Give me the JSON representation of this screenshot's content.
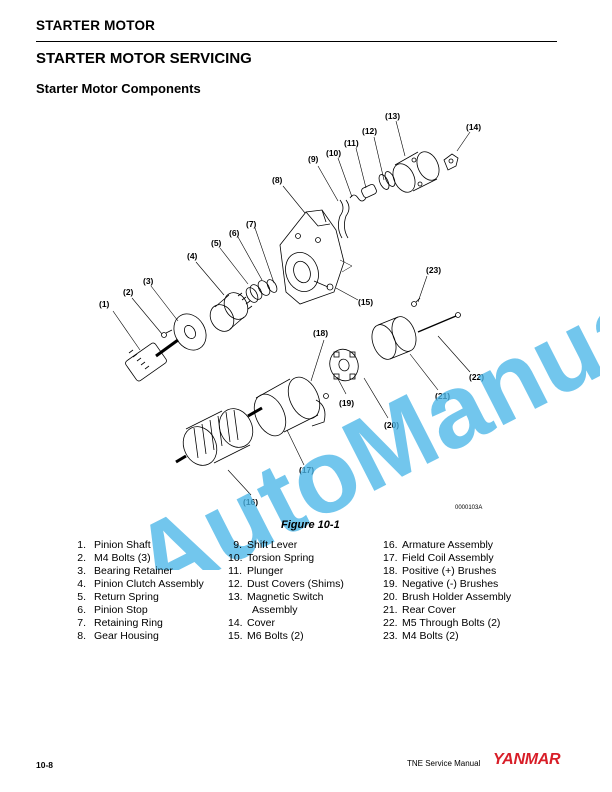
{
  "header": {
    "section": "STARTER MOTOR",
    "title": "STARTER MOTOR SERVICING",
    "subtitle": "Starter Motor Components"
  },
  "figure": {
    "code": "0000103A",
    "caption": "Figure 10-1",
    "callouts": [
      "(1)",
      "(2)",
      "(3)",
      "(4)",
      "(5)",
      "(6)",
      "(7)",
      "(8)",
      "(9)",
      "(10)",
      "(11)",
      "(12)",
      "(13)",
      "(14)",
      "(15)",
      "(16)",
      "(17)",
      "(18)",
      "(19)",
      "(20)",
      "(21)",
      "(22)",
      "(23)"
    ]
  },
  "parts": [
    {
      "num": "1.",
      "name": "Pinion Shaft"
    },
    {
      "num": "2.",
      "name": "M4 Bolts (3)"
    },
    {
      "num": "3.",
      "name": "Bearing Retainer"
    },
    {
      "num": "4.",
      "name": "Pinion Clutch Assembly"
    },
    {
      "num": "5.",
      "name": "Return Spring"
    },
    {
      "num": "6.",
      "name": "Pinion Stop"
    },
    {
      "num": "7.",
      "name": "Retaining Ring"
    },
    {
      "num": "8.",
      "name": "Gear Housing"
    },
    {
      "num": "9.",
      "name": "Shift Lever"
    },
    {
      "num": "10.",
      "name": "Torsion Spring"
    },
    {
      "num": "11.",
      "name": "Plunger"
    },
    {
      "num": "12.",
      "name": "Dust Covers (Shims)"
    },
    {
      "num": "13.",
      "name": "Magnetic Switch",
      "cont": "Assembly"
    },
    {
      "num": "14.",
      "name": "Cover"
    },
    {
      "num": "15.",
      "name": "M6 Bolts (2)"
    },
    {
      "num": "16.",
      "name": "Armature Assembly"
    },
    {
      "num": "17.",
      "name": "Field Coil Assembly"
    },
    {
      "num": "18.",
      "name": "Positive (+) Brushes"
    },
    {
      "num": "19.",
      "name": "Negative (-) Brushes"
    },
    {
      "num": "20.",
      "name": "Brush Holder Assembly"
    },
    {
      "num": "21.",
      "name": "Rear Cover"
    },
    {
      "num": "22.",
      "name": "M5 Through Bolts (2)"
    },
    {
      "num": "23.",
      "name": "M4 Bolts (2)"
    }
  ],
  "watermark": "AutoManual",
  "footer": {
    "page": "10-8",
    "manual": "TNE Service Manual",
    "brand": "YANMAR"
  },
  "colors": {
    "watermark": "#4ab6e8",
    "brand": "#d81e28"
  }
}
